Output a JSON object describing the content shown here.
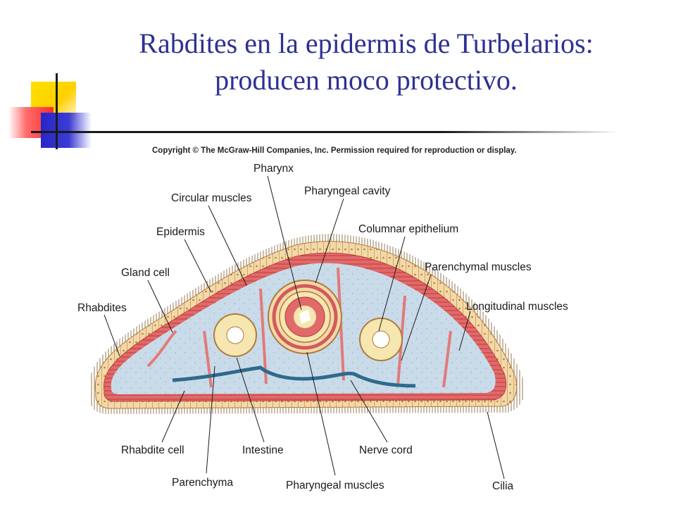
{
  "slide": {
    "title_line1": "Rabdites en la epidermis de Turbelarios:",
    "title_line2": "producen moco protectivo.",
    "accent_color": "#2e3192"
  },
  "figure": {
    "copyright": "Copyright © The McGraw-Hill Companies, Inc. Permission required for reproduction or display.",
    "labels": {
      "pharynx": "Pharynx",
      "pharyngeal_cavity": "Pharyngeal cavity",
      "circular_muscles": "Circular muscles",
      "epidermis": "Epidermis",
      "columnar_epithelium": "Columnar epithelium",
      "gland_cell": "Gland cell",
      "parenchymal_muscles": "Parenchymal muscles",
      "rhabdites": "Rhabdites",
      "longitudinal_muscles": "Longitudinal muscles",
      "rhabdite_cell": "Rhabdite cell",
      "intestine": "Intestine",
      "nerve_cord": "Nerve cord",
      "cilia": "Cilia",
      "parenchyma": "Parenchyma",
      "pharyngeal_muscles": "Pharyngeal muscles"
    }
  }
}
